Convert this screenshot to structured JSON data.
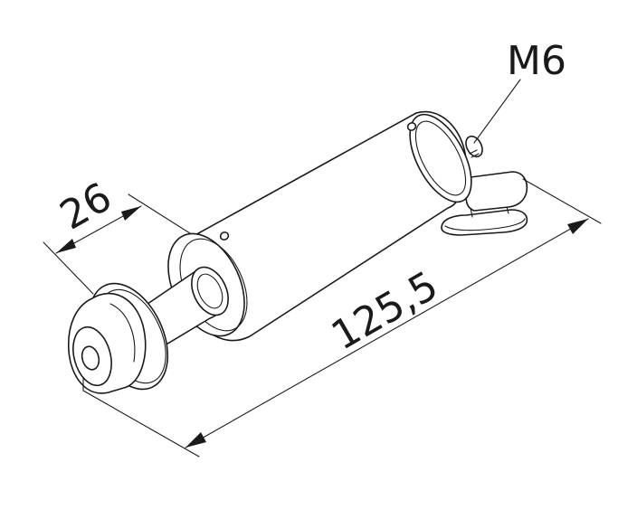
{
  "drawing": {
    "dimensions": {
      "diameter_label": "26",
      "length_label": "125,5",
      "thread_label": "M6"
    }
  }
}
